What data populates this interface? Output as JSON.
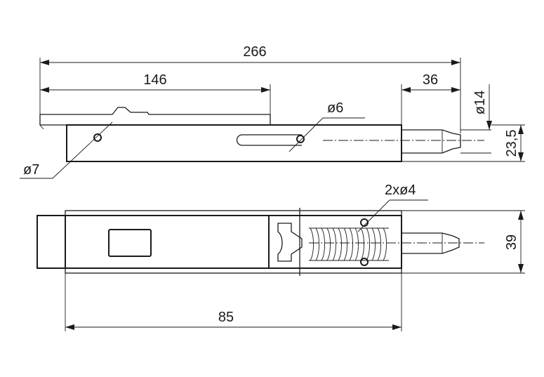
{
  "dimensions": {
    "total_length": "266",
    "slot_length": "146",
    "bolt_length": "36",
    "bolt_diameter": "ø14",
    "bolt_offset": "23,5",
    "hole_left": "ø7",
    "hole_right": "ø6",
    "screw_holes": "2xø4",
    "height": "39",
    "body_length": "85"
  },
  "colors": {
    "ink": "#1a1a1a",
    "paper": "#ffffff"
  }
}
